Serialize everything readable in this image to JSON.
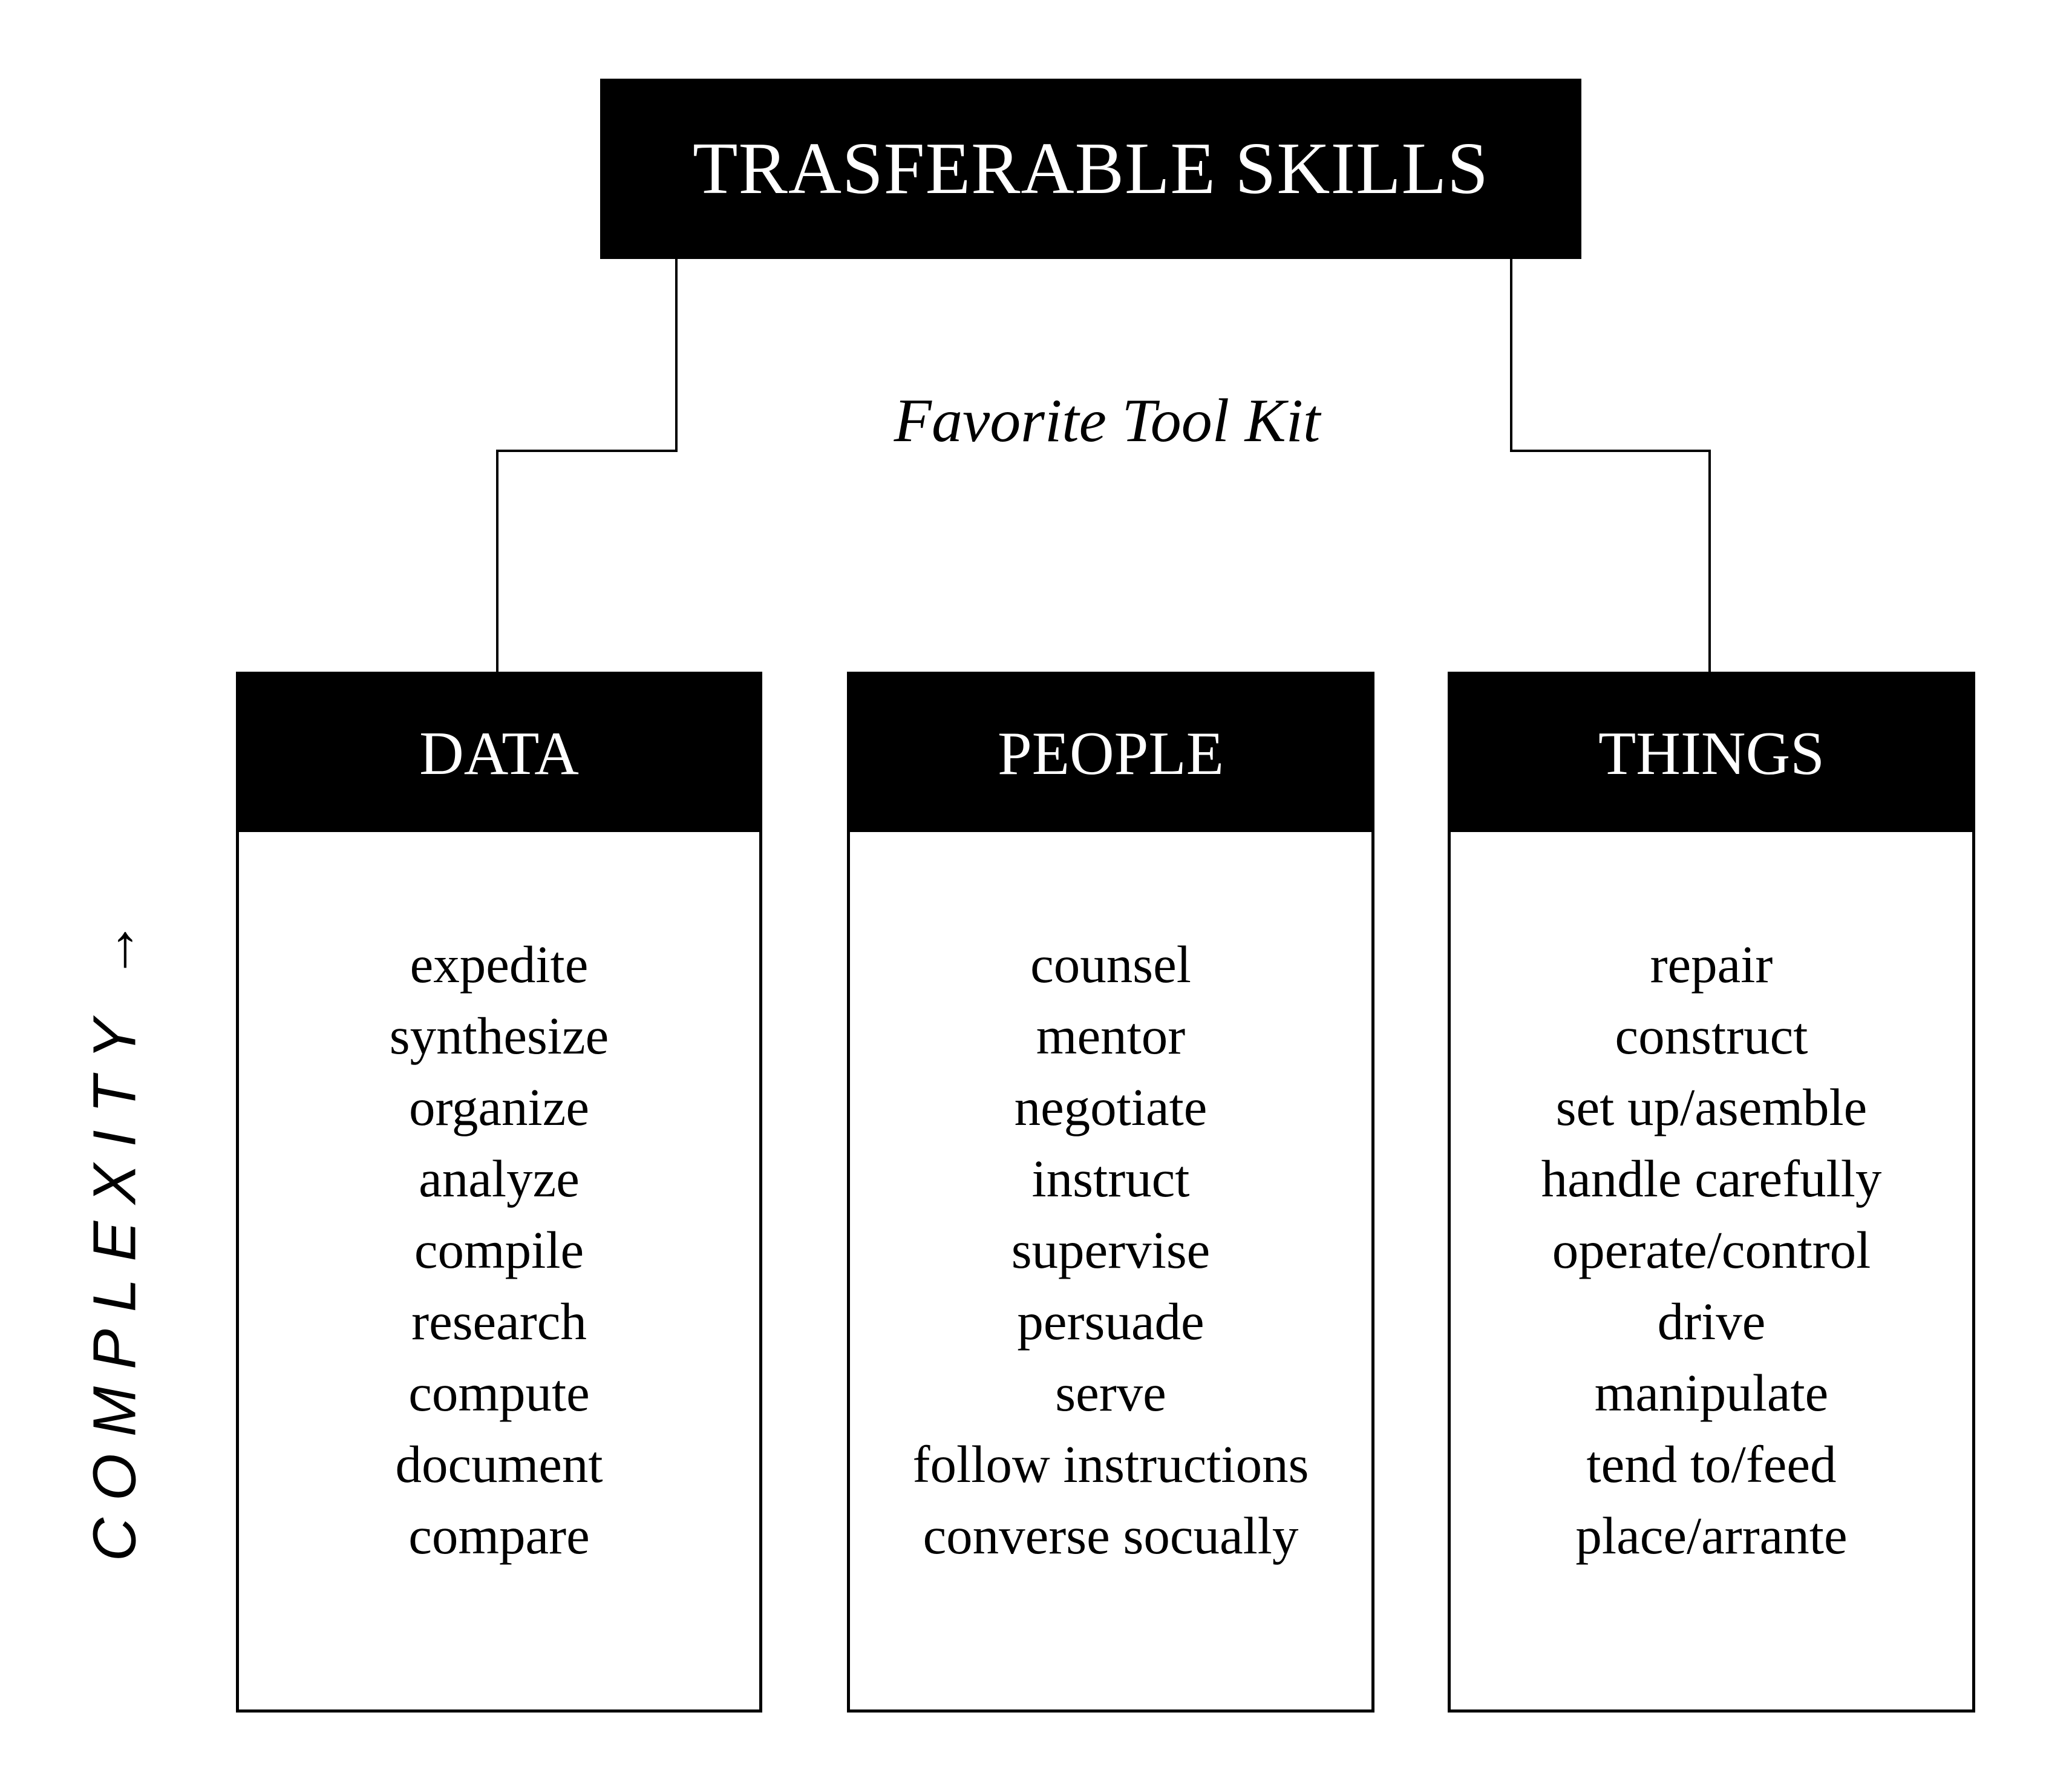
{
  "top_box": {
    "title": "TRASFERABLE SKILLS"
  },
  "subtitle": "Favorite Tool Kit",
  "axis": {
    "label": "COMPLEXITY",
    "arrow": "→"
  },
  "categories": [
    {
      "header": "DATA",
      "items": [
        "expedite",
        "synthesize",
        "organize",
        "analyze",
        "compile",
        "research",
        "compute",
        "document",
        "compare"
      ]
    },
    {
      "header": "PEOPLE",
      "items": [
        "counsel",
        "mentor",
        "negotiate",
        "instruct",
        "supervise",
        "persuade",
        "serve",
        "follow instructions",
        "converse socually"
      ]
    },
    {
      "header": "THINGS",
      "items": [
        "repair",
        "construct",
        "set up/asemble",
        "handle carefully",
        "operate/control",
        "drive",
        "manipulate",
        "tend to/feed",
        "place/arrante"
      ]
    }
  ]
}
